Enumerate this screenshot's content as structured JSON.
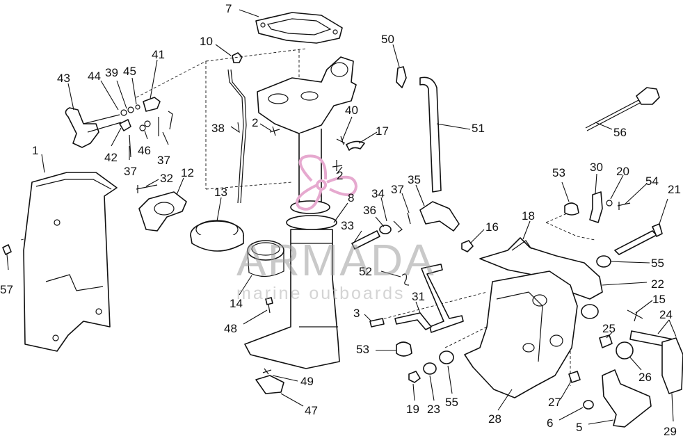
{
  "watermark": {
    "brand": "ARMADA",
    "tagline": "marine outboards",
    "accent_color": "#e6a9cf",
    "text_color": "#9c9c9c"
  },
  "callouts": [
    "7",
    "10",
    "50",
    "43",
    "44",
    "39",
    "45",
    "41",
    "42",
    "37",
    "46",
    "37",
    "38",
    "2",
    "40",
    "17",
    "51",
    "56",
    "1",
    "32",
    "12",
    "13",
    "2",
    "8",
    "34",
    "37",
    "35",
    "53",
    "30",
    "20",
    "54",
    "21",
    "16",
    "18",
    "33",
    "36",
    "55",
    "22",
    "52",
    "15",
    "24",
    "25",
    "57",
    "14",
    "31",
    "3",
    "48",
    "53",
    "26",
    "29",
    "49",
    "19",
    "23",
    "55",
    "28",
    "27",
    "6",
    "5",
    "47"
  ]
}
